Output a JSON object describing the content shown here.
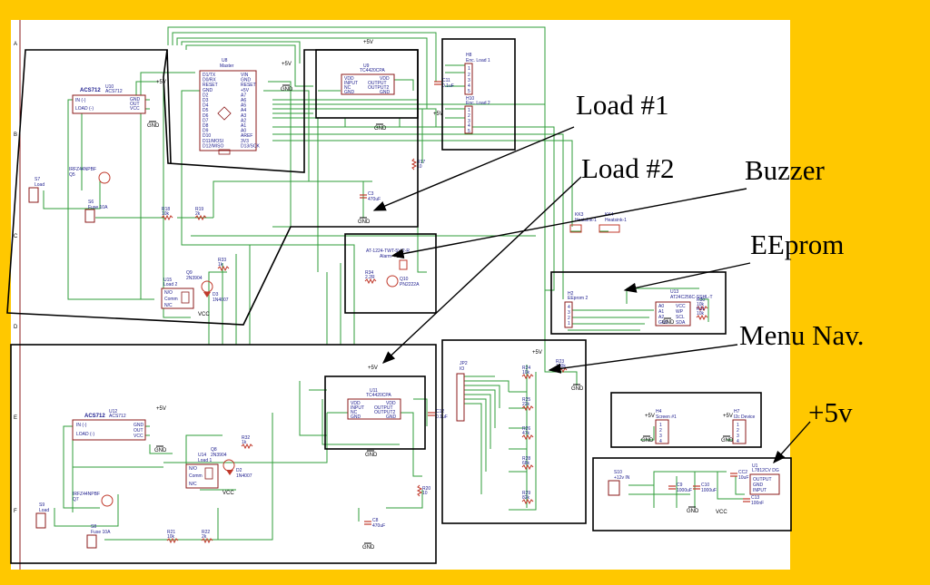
{
  "background_color": "#ffc800",
  "sheet_color": "#ffffff",
  "wire_color": "#2f9e3a",
  "component_color": "#c0392b",
  "callouts": {
    "load1": "Load #1",
    "load2": "Load #2",
    "buzzer": "Buzzer",
    "eeprom": "EEprom",
    "menu_nav": "Menu Nav.",
    "plus5v": "+5v"
  },
  "row_markers": [
    "A",
    "B",
    "C",
    "D",
    "E",
    "F"
  ],
  "parts": {
    "u8": {
      "ref": "U8",
      "name": "Master",
      "left_pins": [
        "D1/TX",
        "D0/RX",
        "RESET",
        "GND",
        "D2",
        "D3",
        "D4",
        "D5",
        "D6",
        "D7",
        "D8",
        "D9",
        "D10",
        "D11/MOSI",
        "D12/MISO"
      ],
      "right_pins": [
        "VIN",
        "GND",
        "RESET",
        "+5V",
        "A7",
        "A6",
        "A5",
        "A4",
        "A3",
        "A2",
        "A1",
        "A0",
        "AREF",
        "3V3",
        "D13/SCK"
      ]
    },
    "u9": {
      "ref": "U9",
      "name": "TC4420CPA",
      "pins_left": [
        "VDD",
        "INPUT",
        "NC",
        "GND"
      ],
      "pins_right": [
        "VDD",
        "OUTPUT",
        "OUTPUT2",
        "GND"
      ]
    },
    "u11": {
      "ref": "U11",
      "name": "TC4420CPA",
      "pins_left": [
        "VDD",
        "INPUT",
        "NC",
        "GND"
      ],
      "pins_right": [
        "VDD",
        "OUTPUT",
        "OUTPUT2",
        "GND"
      ]
    },
    "u10": {
      "ref": "U10",
      "name": "ACS712",
      "big": "ACS712",
      "pins": [
        "IN (-)",
        "LOAD (-)"
      ],
      "pins_right": [
        "GND",
        "OUT",
        "VCC"
      ]
    },
    "u12": {
      "ref": "U12",
      "name": "ACS712",
      "big": "ACS712",
      "pins": [
        "IN (-)",
        "LOAD (-)"
      ],
      "pins_right": [
        "GND",
        "OUT",
        "VCC"
      ]
    },
    "u15": {
      "ref": "U15",
      "name": "Load 2",
      "pins": [
        "N/O",
        "Comm",
        "N/C"
      ]
    },
    "u14": {
      "ref": "U14",
      "name": "Load 1",
      "pins": [
        "N/O",
        "Comm",
        "N/C"
      ]
    },
    "u13": {
      "ref": "U13",
      "name": "AT24C256C-SSHL-T",
      "pins_left": [
        "A0",
        "A1",
        "A2",
        "GND"
      ],
      "pins_right": [
        "VCC",
        "WP",
        "SCL",
        "SDA"
      ]
    },
    "u1": {
      "ref": "U1",
      "name": "L7812CV DG",
      "pins": [
        "OUTPUT",
        "GND",
        "INPUT"
      ]
    },
    "h8": {
      "ref": "H8",
      "name": "Enc. Load 1",
      "pins": [
        "1",
        "2",
        "3",
        "4",
        "5"
      ]
    },
    "h10": {
      "ref": "H10",
      "name": "Enc. Load 2",
      "pins": [
        "1",
        "2",
        "3",
        "4",
        "5"
      ]
    },
    "h2": {
      "ref": "H2",
      "name": "EEprom 2",
      "pins": [
        "4",
        "3",
        "2",
        "1"
      ]
    },
    "h4": {
      "ref": "H4",
      "name": "Screen #1",
      "pins": [
        "1",
        "2",
        "3",
        "4"
      ]
    },
    "h7": {
      "ref": "H7",
      "name": "I2c Device",
      "pins": [
        "1",
        "2",
        "3",
        "4"
      ]
    },
    "jp2": {
      "ref": "JP2",
      "name": "IO"
    },
    "q5": {
      "ref": "Q5",
      "name": "IRFZ44NPBF"
    },
    "q7": {
      "ref": "Q7",
      "name": "IRFZ44NPBF"
    },
    "q9": {
      "ref": "Q9",
      "name": "2N3904"
    },
    "q8": {
      "ref": "Q8",
      "name": "2N3904"
    },
    "q10": {
      "ref": "Q10",
      "name": "PN2222A"
    },
    "d3": {
      "ref": "D3",
      "name": "1N4007"
    },
    "d2": {
      "ref": "D2",
      "name": "1N4007"
    },
    "buzzer": {
      "ref": "Alarm",
      "name": "AT-1224-TWT-5V-2-R"
    },
    "s7": {
      "ref": "S7",
      "name": "Load"
    },
    "s6": {
      "ref": "S6",
      "name": "Fuse 10A"
    },
    "s9": {
      "ref": "S9",
      "name": "Load"
    },
    "s8": {
      "ref": "S8",
      "name": "Fuse 10A"
    },
    "s10": {
      "ref": "S10",
      "name": "+12v IN"
    },
    "kk3": {
      "ref": "KK3",
      "name": "Heatsink-1"
    },
    "kk4": {
      "ref": "KK4",
      "name": "Heatsink-1"
    }
  },
  "resistors": [
    {
      "ref": "R18",
      "val": "10k"
    },
    {
      "ref": "R19",
      "val": "2k"
    },
    {
      "ref": "R33",
      "val": "1k"
    },
    {
      "ref": "R17",
      "val": "10"
    },
    {
      "ref": "R34",
      "val": "2.2R"
    },
    {
      "ref": "R21",
      "val": "10k"
    },
    {
      "ref": "R22",
      "val": "2k"
    },
    {
      "ref": "R32",
      "val": "1k"
    },
    {
      "ref": "R20",
      "val": "10"
    },
    {
      "ref": "R24",
      "val": "10k"
    },
    {
      "ref": "R25",
      "val": "22k"
    },
    {
      "ref": "R26",
      "val": "47k"
    },
    {
      "ref": "R28",
      "val": "68k"
    },
    {
      "ref": "R29",
      "val": "82k"
    },
    {
      "ref": "R23",
      "val": "100k"
    },
    {
      "ref": "R30",
      "val": "10k"
    },
    {
      "ref": "R31",
      "val": "10k"
    }
  ],
  "capacitors": [
    {
      "ref": "C11",
      "val": "0.1uF"
    },
    {
      "ref": "C3",
      "val": "470uF"
    },
    {
      "ref": "C12",
      "val": "0.1uF"
    },
    {
      "ref": "C8",
      "val": "470uF"
    },
    {
      "ref": "C9",
      "val": "1000uF"
    },
    {
      "ref": "C10",
      "val": "1000uF"
    },
    {
      "ref": "C13",
      "val": "100nF"
    },
    {
      "ref": "CC2",
      "val": "10uF"
    }
  ],
  "net_labels": {
    "gnd": "GND",
    "plus5v": "+5V",
    "vcc": "VCC"
  }
}
